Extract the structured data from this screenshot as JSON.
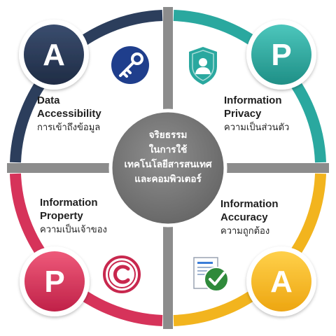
{
  "center": {
    "lines": [
      "จริยธรรม",
      "ในการใช้",
      "เทคโนโลยีสารสนเทศ",
      "และคอมพิวเตอร์"
    ]
  },
  "quadrants": {
    "top_left": {
      "letter": "A",
      "title_lines": [
        "Data",
        "Accessibility"
      ],
      "thai": "การเข้าถึงข้อมูล",
      "icon": "key-icon",
      "color": "#2c3e5c"
    },
    "top_right": {
      "letter": "P",
      "title_lines": [
        "Information",
        "Privacy"
      ],
      "thai": "ความเป็นส่วนตัว",
      "icon": "shield-user-icon",
      "color": "#2aa89f"
    },
    "bottom_left": {
      "letter": "P",
      "title_lines": [
        "Information",
        "Property"
      ],
      "thai": "ความเป็นเจ้าของ",
      "icon": "copyright-icon",
      "color": "#d6335a"
    },
    "bottom_right": {
      "letter": "A",
      "title_lines": [
        "Information",
        "Accuracy"
      ],
      "thai": "ความถูกต้อง",
      "icon": "document-check-icon",
      "color": "#f2b41e"
    }
  },
  "colors": {
    "divider": "#8c8c8c",
    "center_circle": "#757575"
  }
}
